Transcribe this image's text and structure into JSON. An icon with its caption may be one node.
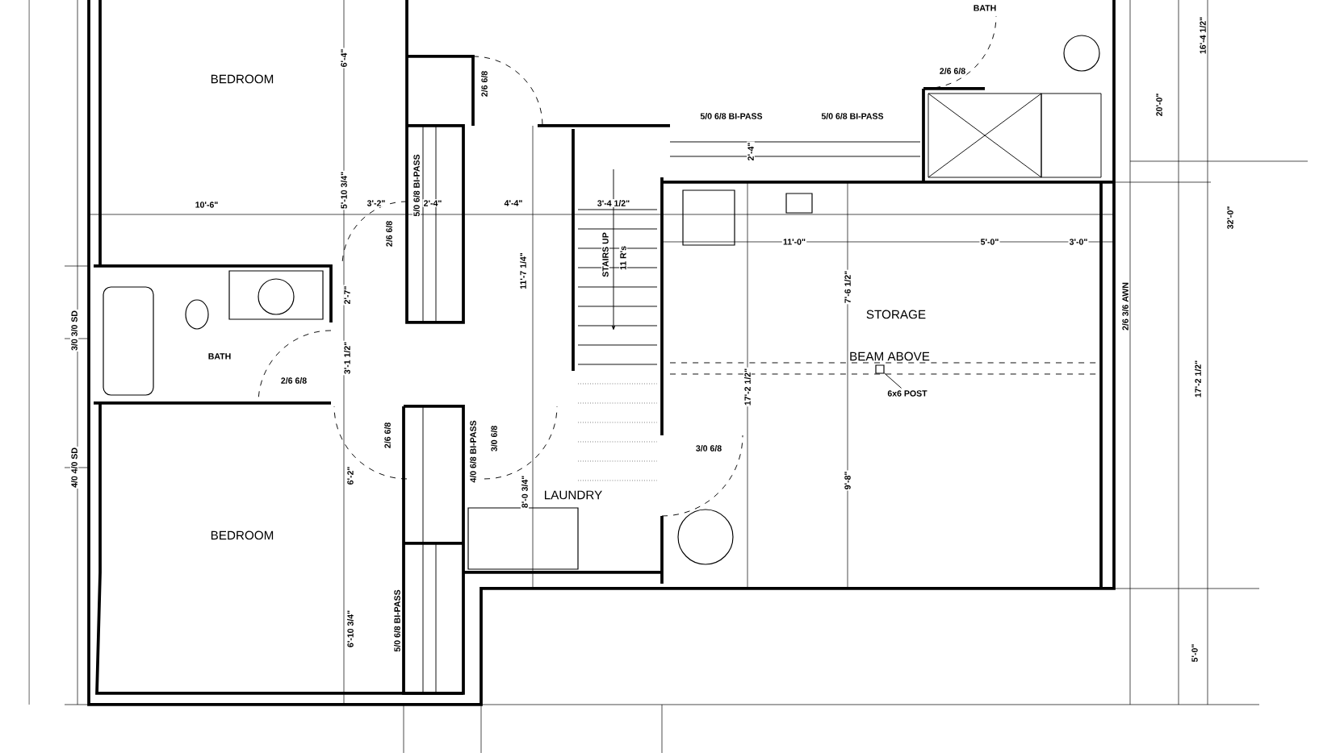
{
  "diagram": {
    "nodes": [
      {
        "text": [
          "6x6 POST"
        ]
      },
      {
        "text": [],
        "shape": "box"
      }
    ],
    "edges": [
      {
        "from": 0,
        "to": 1,
        "arrow": "none"
      }
    ],
    "labels": [
      "BEDROOM",
      "6'-4\"",
      "2/6 6/8",
      "BATH",
      "2/6 6/8",
      "5/0 6/8 BI-PASS",
      "5/0 6/8 BI-PASS",
      "2'-4\"",
      "16'-4 1/2\"",
      "20'-0\"",
      "32'-0\"",
      "10'-6\"",
      "5'-10 3/4\"",
      "3'-2\"",
      "5/0 6/8 BI-PASS",
      "2'-4\"",
      "4'-4\"",
      "3'-4 1/2\"",
      "2/6 6/8",
      "STAIRS UP",
      "11 R's",
      "11'-7 1/4\"",
      "2'-7\"",
      "11'-0\"",
      "5'-0\"",
      "3'-0\"",
      "7'-6 1/2\"",
      "STORAGE",
      "2/6 3/6 AWN",
      "BEAM ABOVE",
      "3/0 3/0 SD",
      "BATH",
      "2/6 6/8",
      "3'-1 1/2\"",
      "17'-2 1/2\"",
      "17'-2 1/2\"",
      "4/0 4/0 SD",
      "2/6 6/8",
      "6'-2\"",
      "4/0 6/8 BI-PASS",
      "3/0 6/8",
      "8'-0 3/4\"",
      "LAUNDRY",
      "3/0 6/8",
      "9'-8\"",
      "BEDROOM",
      "6'-10 3/4\"",
      "5/0 6/8 BI-PASS",
      "5'-0\""
    ]
  }
}
